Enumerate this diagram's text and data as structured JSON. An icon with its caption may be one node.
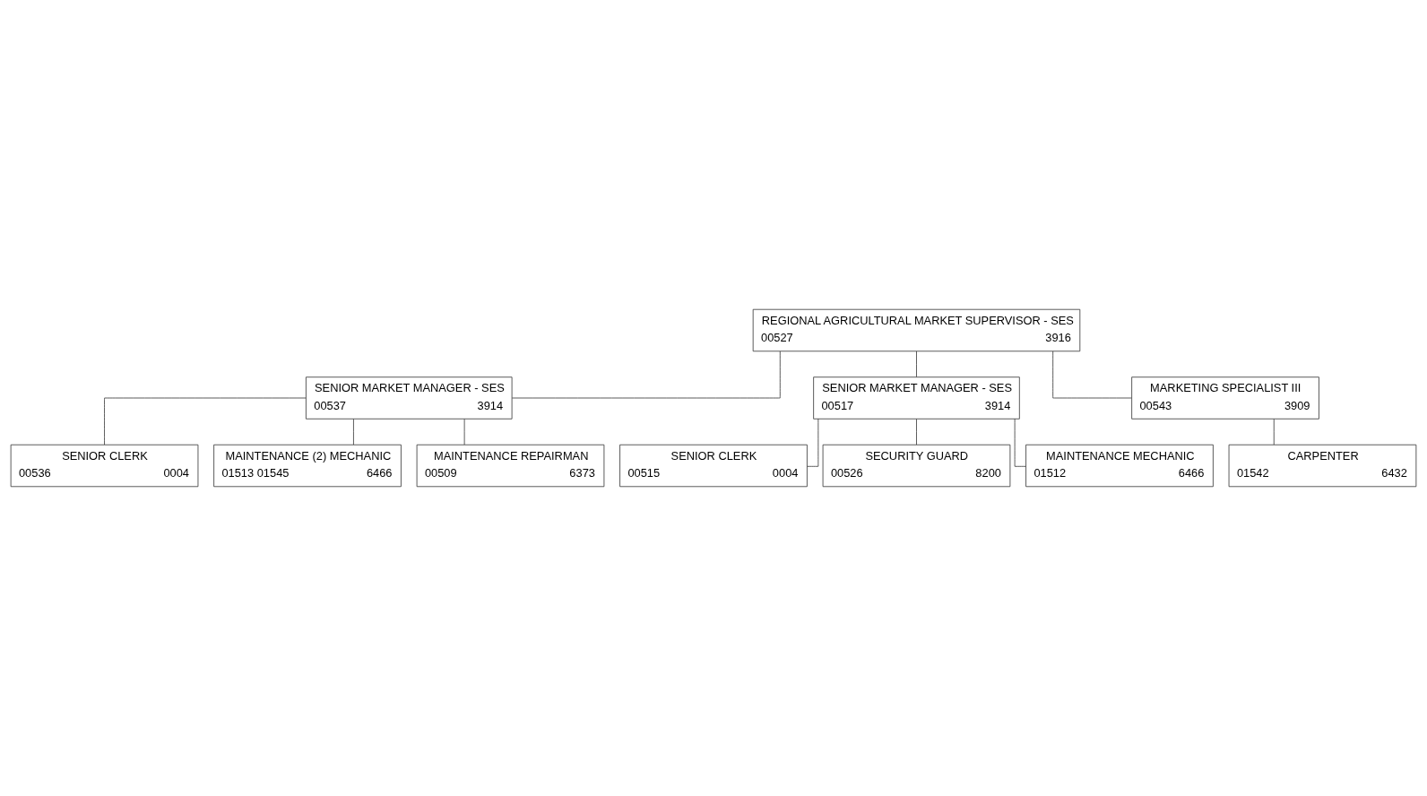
{
  "diagram": {
    "nodes": [
      {
        "text": [
          "REGIONAL AGRICULTURAL MARKET SUPERVISOR - SES",
          "00527",
          "3916"
        ]
      },
      {
        "text": [
          "SENIOR MARKET MANAGER - SES",
          "00537",
          "3914"
        ]
      },
      {
        "text": [
          "SENIOR MARKET MANAGER - SES",
          "00517",
          "3914"
        ]
      },
      {
        "text": [
          "MARKETING SPECIALIST III",
          "00543",
          "3909"
        ]
      },
      {
        "text": [
          "SENIOR CLERK",
          "00536",
          "0004"
        ]
      },
      {
        "text": [
          "MAINTENANCE (2) MECHANIC",
          "01513 01545",
          "6466"
        ]
      },
      {
        "text": [
          "MAINTENANCE REPAIRMAN",
          "00509",
          "6373"
        ]
      },
      {
        "text": [
          "SENIOR CLERK",
          "00515",
          "0004"
        ]
      },
      {
        "text": [
          "SECURITY GUARD",
          "00526",
          "8200"
        ]
      },
      {
        "text": [
          "MAINTENANCE MECHANIC",
          "01512",
          "6466"
        ]
      },
      {
        "text": [
          "CARPENTER",
          "01542",
          "6432"
        ]
      }
    ],
    "edges": [
      {
        "from": 0,
        "to": 1,
        "arrow": "none"
      },
      {
        "from": 0,
        "to": 2,
        "arrow": "none"
      },
      {
        "from": 0,
        "to": 3,
        "arrow": "none"
      },
      {
        "from": 1,
        "to": 4,
        "arrow": "none"
      },
      {
        "from": 1,
        "to": 5,
        "arrow": "none"
      },
      {
        "from": 1,
        "to": 6,
        "arrow": "none"
      },
      {
        "from": 2,
        "to": 7,
        "arrow": "none"
      },
      {
        "from": 2,
        "to": 8,
        "arrow": "none"
      },
      {
        "from": 2,
        "to": 9,
        "arrow": "none"
      },
      {
        "from": 3,
        "to": 10,
        "arrow": "none"
      }
    ]
  }
}
